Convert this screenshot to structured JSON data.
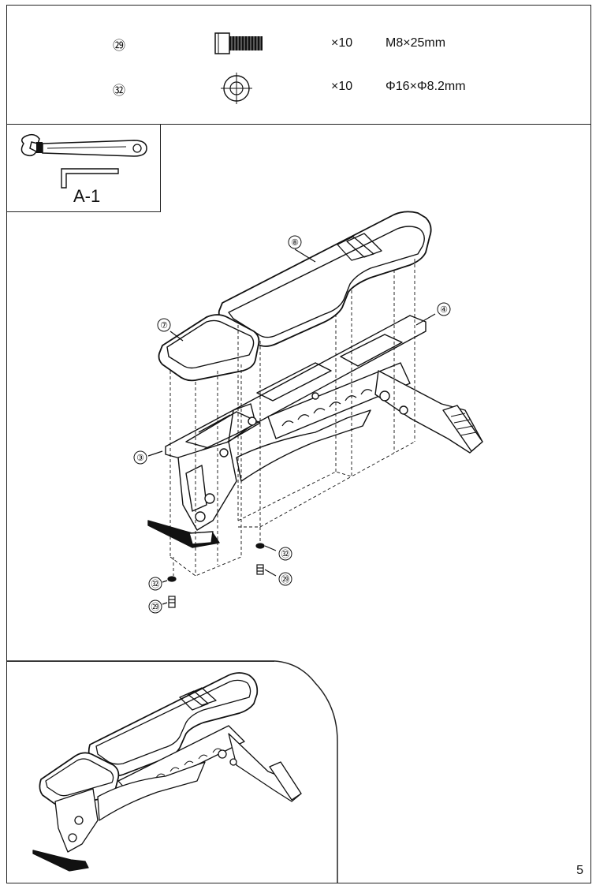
{
  "hardware": [
    {
      "part_no": "㉙",
      "icon": "bolt-icon",
      "qty": "×10",
      "spec": "M8×25mm"
    },
    {
      "part_no": "㉜",
      "icon": "washer-icon",
      "qty": "×10",
      "spec": "Φ16×Φ8.2mm"
    }
  ],
  "tools": {
    "label": "A-1",
    "icons": [
      "adjustable-wrench-icon",
      "allen-key-icon"
    ]
  },
  "callouts": {
    "seat_pad": "⑦",
    "back_pad": "⑧",
    "front_frame": "③",
    "rear_frame": "④",
    "washer_left": "㉜",
    "bolt_left": "㉙",
    "washer_right": "㉜",
    "bolt_right": "㉙"
  },
  "page_number": "5"
}
